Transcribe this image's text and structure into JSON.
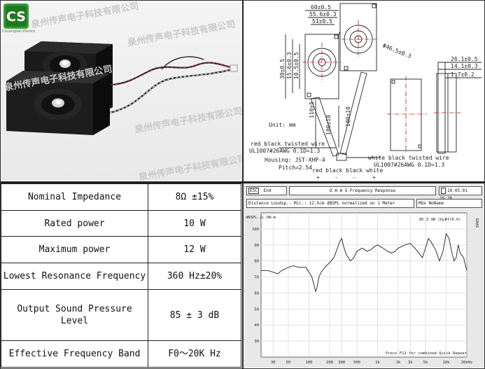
{
  "photo": {
    "logo_letters": "CS",
    "logo_caption": "Chuanglian Electro",
    "watermark": "泉州传声电子科技有限公司",
    "icons": [
      "logo-icon"
    ]
  },
  "drawing": {
    "dims_top": [
      "60±0.5",
      "55.6±0.3",
      "51±0.5"
    ],
    "dims_left": [
      "30±0.5",
      "15.6±0.3",
      "10.5±0.5"
    ],
    "dim_diameter": "Φ46.5±0.3",
    "dims_right": [
      "26.1±0.5",
      "14.1±0.3",
      "1.7±0.2"
    ],
    "wire_len_a": "110±5",
    "wire_len_b": "100±10",
    "wire_len_c": "100±10",
    "unit_label": "Unit: mm",
    "wire_left_label": "red black twisted wire",
    "wire_left_spec": "UL1007#26AWG 0.1D=1.3",
    "housing": "Housing: JST-XHP-4",
    "pitch": "Pitch=2.54",
    "wire_order": "red black black white",
    "wire_right_label": "white black twisted wire",
    "wire_right_spec": "UL1007#26AWG 0.1D=1.3",
    "pin_marks": [
      "+",
      "-",
      "-",
      "+"
    ]
  },
  "specs": [
    {
      "label": "Nominal Impedance",
      "value": "8Ω ±15%"
    },
    {
      "label": "Rated power",
      "value": "10 W"
    },
    {
      "label": "Maximum power",
      "value": "12 W"
    },
    {
      "label": "Lowest Resonance Frequency",
      "value": "360 Hz±20%"
    },
    {
      "label": "Output Sound Pressure Level",
      "value": "85 ± 3 dB"
    },
    {
      "label": "Effective Frequency Band",
      "value": "F0～20K Hz"
    }
  ],
  "graph": {
    "esc_key": "ESC",
    "esc_label": "End",
    "title": "D A A S  Frequency Response",
    "date": "10.05.01  16:26",
    "subtitle": "Distance Loudsp.- Mic.: 12.5cm dBSPL normalized on 1 Meter",
    "mode": "MOs  NoName",
    "y_unit": "dBSPL\n/L.OW-m",
    "readout": "85.3 dB (GL#fr0.0)",
    "side_label": "DAAS",
    "footer": "Press F12 for combined Quick Repeat",
    "chart_data": {
      "type": "line",
      "title": "Frequency Response",
      "xlabel": "",
      "ylabel": "dBSPL",
      "x_scale": "log",
      "xlim": [
        20,
        20000
      ],
      "ylim": [
        20,
        110
      ],
      "grid": true,
      "x_ticks": [
        "30",
        "50",
        "100",
        "200",
        "300",
        "500",
        "1k",
        "2k",
        "3k",
        "5k",
        "10k",
        "20kHz"
      ],
      "y_ticks": [
        "100",
        "90",
        "80",
        "70",
        "60",
        "50",
        "40",
        "30"
      ],
      "series": [
        {
          "points": [
            [
              20,
              74
            ],
            [
              25,
              74
            ],
            [
              30,
              73
            ],
            [
              35,
              72
            ],
            [
              40,
              74
            ],
            [
              50,
              76
            ],
            [
              60,
              77
            ],
            [
              70,
              76
            ],
            [
              80,
              76
            ],
            [
              90,
              76
            ],
            [
              100,
              73
            ],
            [
              110,
              70
            ],
            [
              120,
              64
            ],
            [
              125,
              61
            ],
            [
              130,
              63
            ],
            [
              140,
              70
            ],
            [
              150,
              73
            ],
            [
              170,
              76
            ],
            [
              200,
              79
            ],
            [
              230,
              82
            ],
            [
              260,
              88
            ],
            [
              280,
              92
            ],
            [
              300,
              94
            ],
            [
              320,
              89
            ],
            [
              350,
              84
            ],
            [
              400,
              80
            ],
            [
              450,
              82
            ],
            [
              500,
              86
            ],
            [
              600,
              88
            ],
            [
              700,
              86
            ],
            [
              800,
              87
            ],
            [
              900,
              89
            ],
            [
              1000,
              90
            ],
            [
              1200,
              88
            ],
            [
              1400,
              86
            ],
            [
              1600,
              85
            ],
            [
              1800,
              86
            ],
            [
              2000,
              88
            ],
            [
              2500,
              90
            ],
            [
              3000,
              91
            ],
            [
              3500,
              88
            ],
            [
              4000,
              85
            ],
            [
              4500,
              82
            ],
            [
              5000,
              88
            ],
            [
              5500,
              94
            ],
            [
              6000,
              92
            ],
            [
              7000,
              87
            ],
            [
              8000,
              80
            ],
            [
              9000,
              86
            ],
            [
              10000,
              97
            ],
            [
              11000,
              94
            ],
            [
              12000,
              86
            ],
            [
              13000,
              80
            ],
            [
              14000,
              82
            ],
            [
              15000,
              90
            ],
            [
              16000,
              85
            ],
            [
              18000,
              82
            ],
            [
              20000,
              74
            ]
          ]
        }
      ]
    }
  }
}
